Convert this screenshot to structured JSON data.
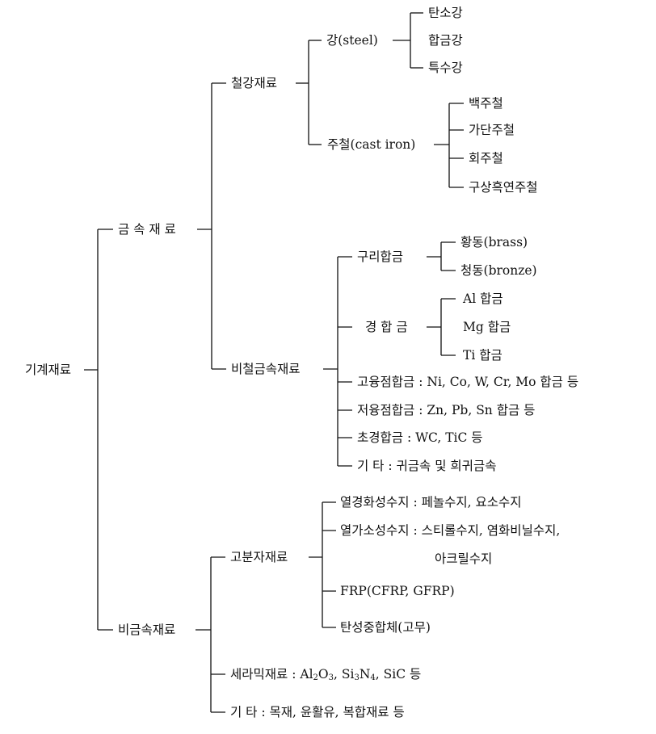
{
  "root": "기계재료",
  "metal": "금 속 재 료",
  "ferrous": "철강재료",
  "steel": "강(steel)",
  "carbon_steel": "탄소강",
  "alloy_steel": "합금강",
  "special_steel": "특수강",
  "cast_iron": "주철(cast iron)",
  "white_iron": "백주철",
  "malleable_iron": "가단주철",
  "gray_iron": "회주철",
  "ductile_iron": "구상흑연주철",
  "nonferrous": "비철금속재료",
  "copper_alloy": "구리합금",
  "brass": "황동(brass)",
  "bronze": "청동(bronze)",
  "light_alloy": "경 합 금",
  "al_alloy": "Al 합금",
  "mg_alloy": "Mg 합금",
  "ti_alloy": "Ti 합금",
  "high_melt": "고융점합금 :  Ni, Co, W, Cr, Mo 합금  등",
  "low_melt": "저융점합금 :  Zn, Pb, Sn 합금  등",
  "super_hard": "초경합금 : WC, TiC 등",
  "other_metal": "기   타 : 귀금속 및 희귀금속",
  "nonmetal": "비금속재료",
  "polymer": "고분자재료",
  "thermoset": "열경화성수지 :  페놀수지, 요소수지",
  "thermoplastic": "열가소성수지 :  스티롤수지, 염화비닐수지,",
  "acrylic": "아크릴수지",
  "frp": "FRP(CFRP, GFRP)",
  "elastomer": "탄성중합체(고무)",
  "ceramic": {
    "prefix": "세라믹재료 :  ",
    "al": "Al",
    "al_n": "2",
    "o": "O",
    "o_n": "3",
    "si": ",  Si",
    "si_n": "3",
    "n": "N",
    "n_n": "4",
    "tail": ",  SiC 등"
  },
  "other_nonmetal": "기        타 : 목재, 윤활유, 복합재료 등"
}
